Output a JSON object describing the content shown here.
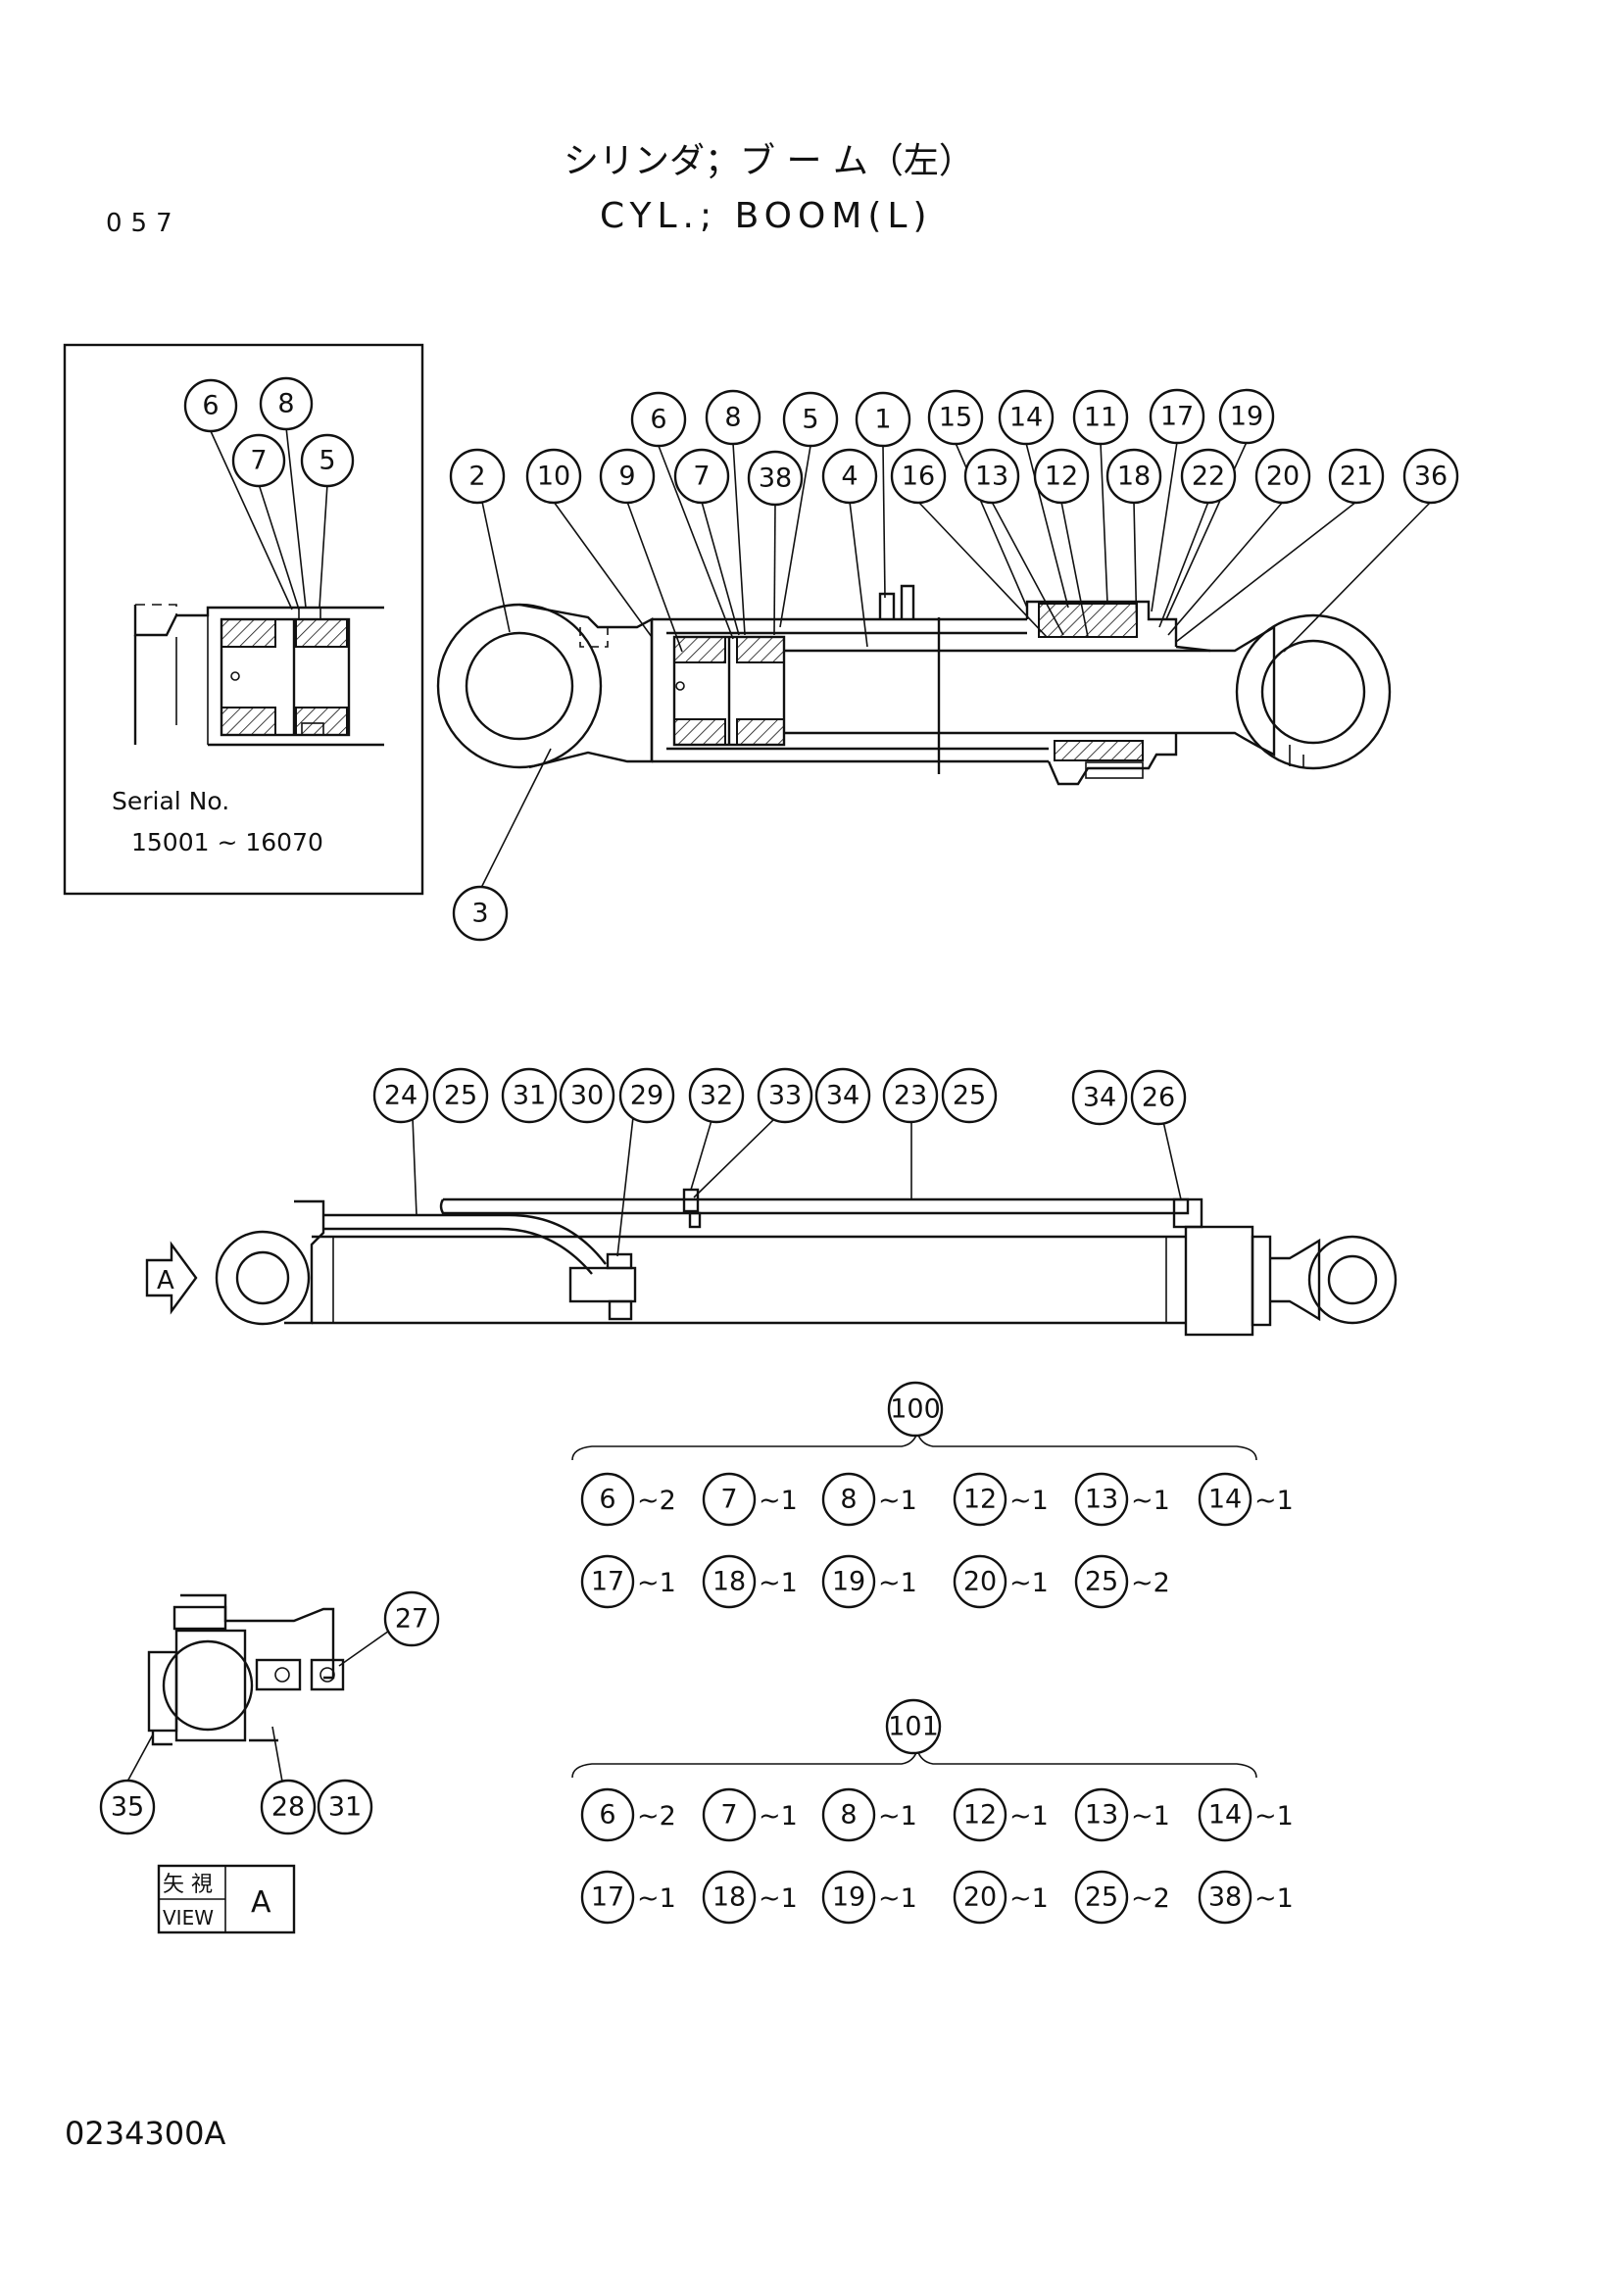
{
  "header": {
    "page_number": "057",
    "title_jp": "シリンダ；ブ ー ム（左）",
    "title_en": "CYL.; BOOM(L)"
  },
  "detail_inset": {
    "serial_label": "Serial No.",
    "serial_range": "15001 ~ 16070",
    "callouts": [
      "6",
      "8",
      "7",
      "5"
    ]
  },
  "main_section": {
    "callouts_top_row": [
      "6",
      "8",
      "5",
      "1",
      "15",
      "14",
      "11",
      "17",
      "19"
    ],
    "callouts_second_row": [
      "2",
      "10",
      "9",
      "7",
      "38",
      "4",
      "16",
      "13",
      "12",
      "18",
      "22",
      "20",
      "21",
      "36"
    ],
    "callouts_bottom": [
      "3"
    ]
  },
  "external_view": {
    "callouts": [
      "24",
      "25",
      "31",
      "30",
      "29",
      "32",
      "33",
      "34",
      "23",
      "25",
      "34",
      "26"
    ],
    "view_arrow": "A"
  },
  "view_a": {
    "callouts": [
      "27",
      "35",
      "28",
      "31"
    ],
    "label_jp": "矢 視",
    "label_en": "VIEW",
    "label_letter": "A"
  },
  "kits": [
    {
      "id": "100",
      "rows": [
        [
          {
            "part": "6",
            "qty": "~2"
          },
          {
            "part": "7",
            "qty": "~1"
          },
          {
            "part": "8",
            "qty": "~1"
          },
          {
            "part": "12",
            "qty": "~1"
          },
          {
            "part": "13",
            "qty": "~1"
          },
          {
            "part": "14",
            "qty": "~1"
          }
        ],
        [
          {
            "part": "17",
            "qty": "~1"
          },
          {
            "part": "18",
            "qty": "~1"
          },
          {
            "part": "19",
            "qty": "~1"
          },
          {
            "part": "20",
            "qty": "~1"
          },
          {
            "part": "25",
            "qty": "~2"
          }
        ]
      ]
    },
    {
      "id": "101",
      "rows": [
        [
          {
            "part": "6",
            "qty": "~2"
          },
          {
            "part": "7",
            "qty": "~1"
          },
          {
            "part": "8",
            "qty": "~1"
          },
          {
            "part": "12",
            "qty": "~1"
          },
          {
            "part": "13",
            "qty": "~1"
          },
          {
            "part": "14",
            "qty": "~1"
          }
        ],
        [
          {
            "part": "17",
            "qty": "~1"
          },
          {
            "part": "18",
            "qty": "~1"
          },
          {
            "part": "19",
            "qty": "~1"
          },
          {
            "part": "20",
            "qty": "~1"
          },
          {
            "part": "25",
            "qty": "~2"
          },
          {
            "part": "38",
            "qty": "~1"
          }
        ]
      ]
    }
  ],
  "footer": {
    "drawing_code": "0234300A"
  }
}
